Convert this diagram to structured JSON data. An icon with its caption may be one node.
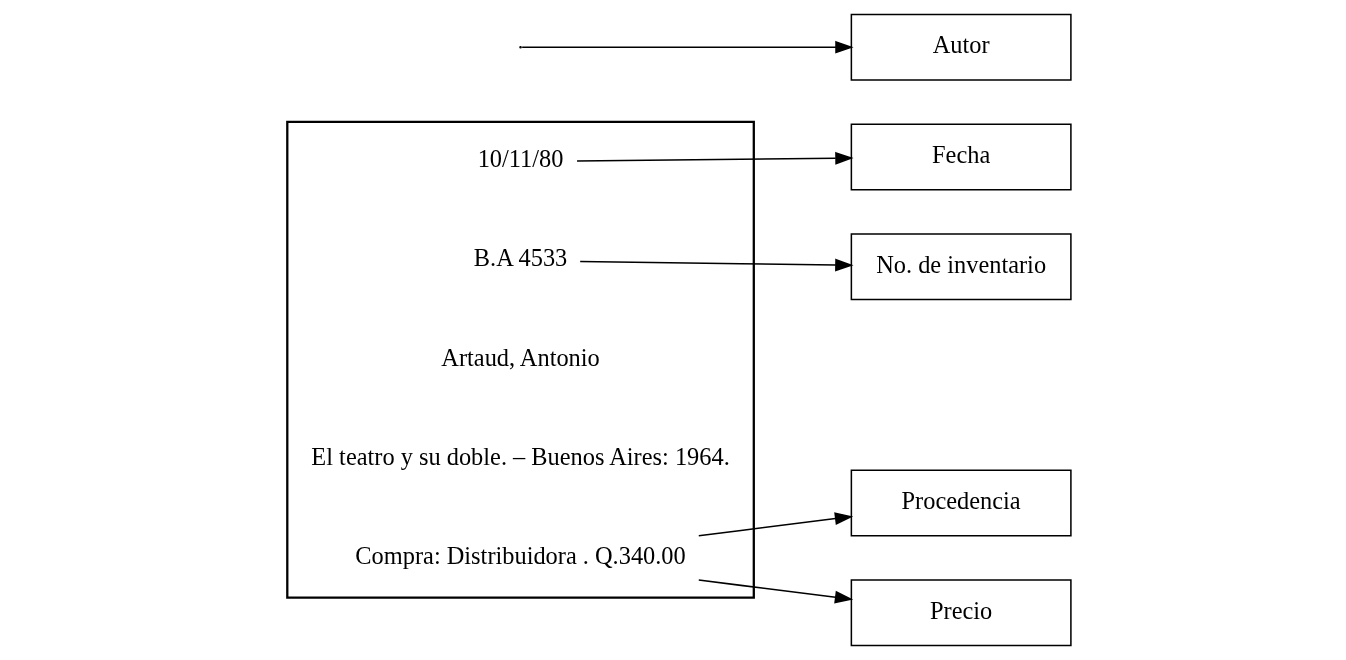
{
  "diagram": {
    "nodes": [
      {
        "text": [],
        "shape": "box"
      },
      {
        "text": [
          "10/11/80"
        ],
        "in": 0
      },
      {
        "text": [
          "B.A 4533"
        ],
        "in": 0
      },
      {
        "text": [
          "Artaud, Antonio"
        ],
        "in": 0
      },
      {
        "text": [
          "El teatro y su doble. – Buenos Aires: 1964."
        ],
        "in": 0
      },
      {
        "text": [
          "Compra: Distribuidora . Q.340.00"
        ],
        "in": 0
      },
      {
        "text": [
          "Fecha"
        ]
      },
      {
        "text": [
          "No. de inventario"
        ]
      },
      {
        "text": [
          "Autor"
        ]
      },
      {
        "text": [
          "Procedencia"
        ]
      },
      {
        "text": [
          "Precio"
        ]
      }
    ],
    "edges": [
      {
        "from": 1,
        "to": 6,
        "arrow": "to"
      },
      {
        "from": 2,
        "to": 7,
        "arrow": "to"
      },
      {
        "from": null,
        "to": 8,
        "arrow": "to"
      },
      {
        "from": 5,
        "to": 9,
        "arrow": "to"
      },
      {
        "from": 5,
        "to": 10,
        "arrow": "to"
      }
    ]
  }
}
